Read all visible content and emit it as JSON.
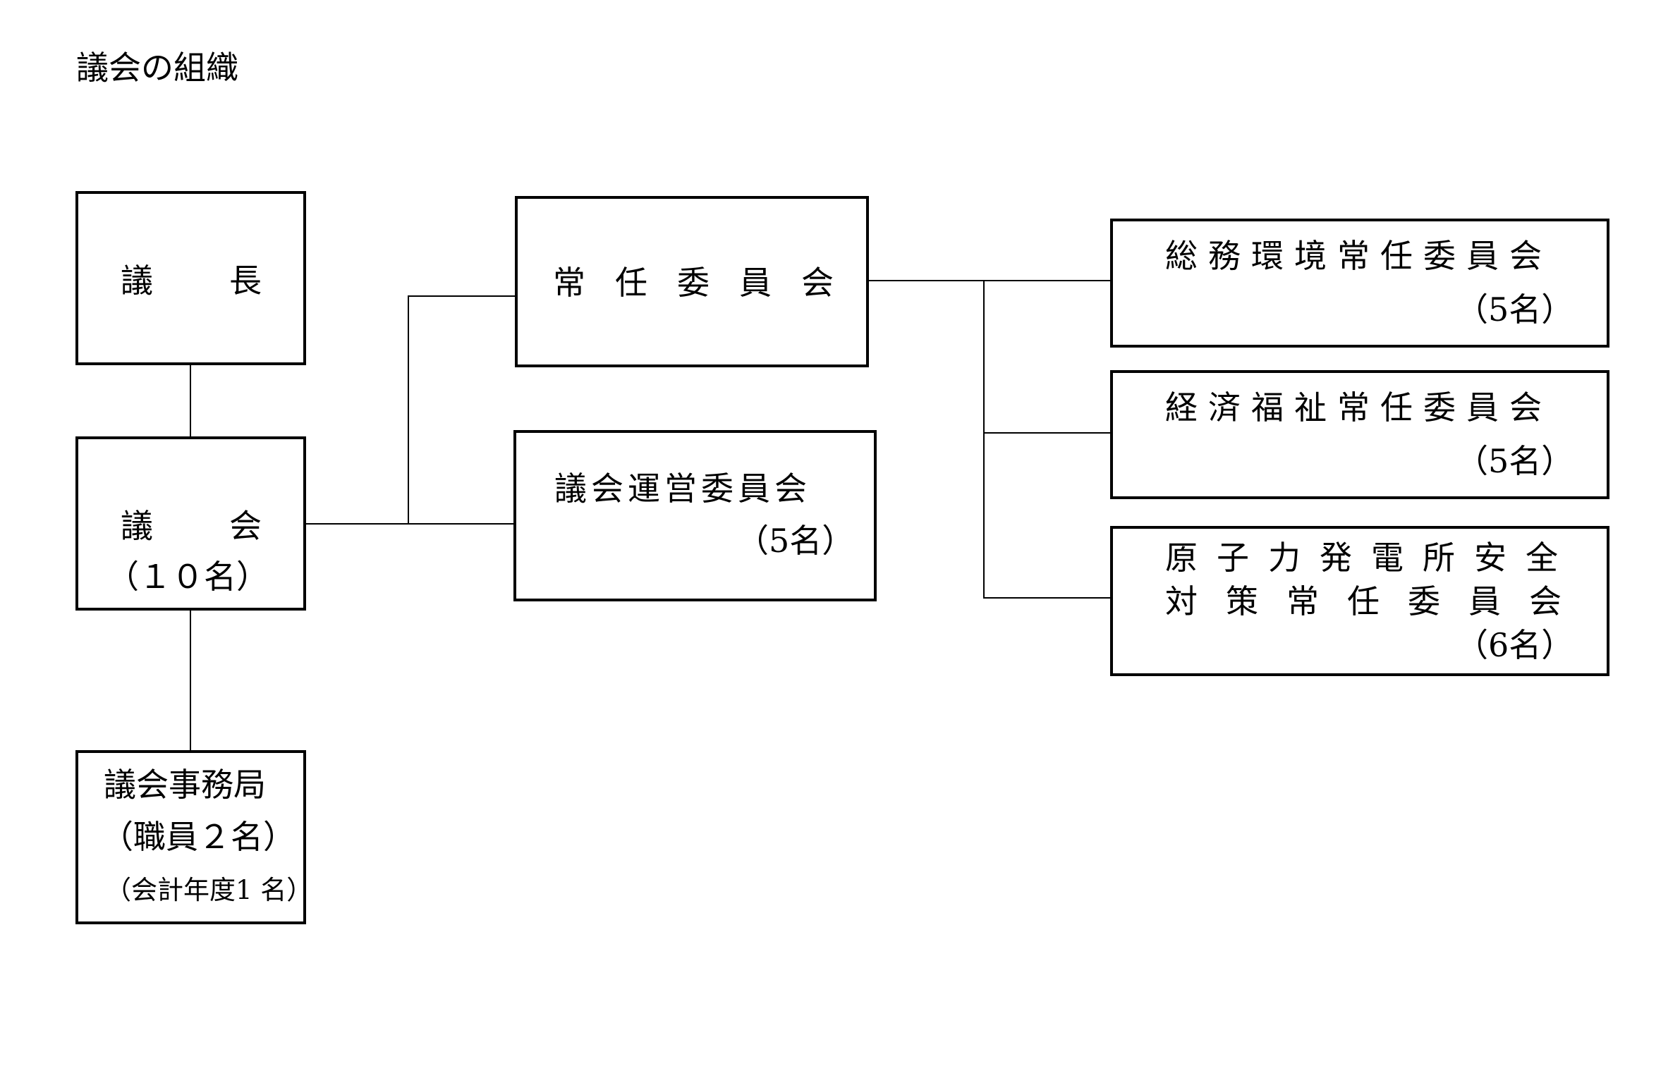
{
  "title": "議会の組織",
  "nodes": {
    "chair": {
      "lines": [
        "議",
        "長"
      ]
    },
    "assembly": {
      "lines": [
        "議",
        "会"
      ],
      "count": "（１０名）"
    },
    "secretariat": {
      "name": "議会事務局",
      "staff": "（職員２名）",
      "accounting": "（会計年度1 名）"
    },
    "standing": {
      "name": "常任委員会"
    },
    "steering": {
      "name": "議会運営委員会",
      "count": "（5名）"
    },
    "general_affairs": {
      "name": "総務環境常任委員会",
      "count": "（5名）"
    },
    "economy": {
      "name": "経済福祉常任委員会",
      "count": "（5名）"
    },
    "nuclear": {
      "line1": "原子力発電所安全",
      "line2": "対策常任委員会",
      "count": "（6名）"
    }
  }
}
